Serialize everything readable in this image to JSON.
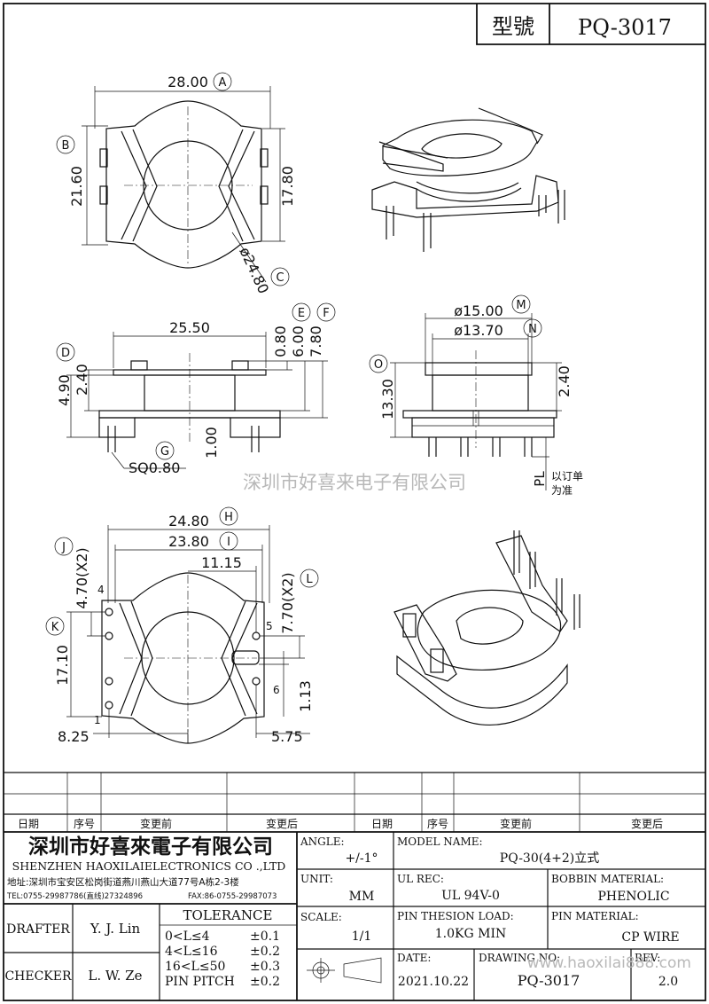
{
  "header": {
    "type_label": "型號",
    "part_number": "PQ-3017"
  },
  "top_view": {
    "dim_a": "28.00",
    "label_a": "A",
    "dim_b": "21.60",
    "label_b": "B",
    "dim_height": "17.80",
    "dim_c": "ø24.80",
    "label_c": "C"
  },
  "side_view": {
    "dim_width": "25.50",
    "dim_d": "4.90",
    "label_d": "D",
    "dim_flange": "2.40",
    "dim_e": "0.80",
    "label_e": "E",
    "dim_600": "6.00",
    "dim_f": "7.80",
    "label_f": "F",
    "dim_pin_len": "1.00",
    "dim_g": "SQ0.80",
    "label_g": "G"
  },
  "front_view": {
    "dim_m": "ø15.00",
    "label_m": "M",
    "dim_n": "ø13.70",
    "label_n": "N",
    "dim_o": "13.30",
    "label_o": "O",
    "dim_flange": "2.40",
    "pl_label": "PL",
    "pl_note_1": "以订单",
    "pl_note_2": "为准"
  },
  "watermark": "深圳市好喜来电子有限公司",
  "bottom_view": {
    "dim_h": "24.80",
    "label_h": "H",
    "dim_i": "23.80",
    "label_i": "I",
    "dim_mid": "11.15",
    "dim_j": "4.70(X2)",
    "label_j": "J",
    "dim_l": "7.70(X2)",
    "label_l": "L",
    "dim_k": "17.10",
    "label_k": "K",
    "dim_left": "8.25",
    "dim_right": "5.75",
    "dim_slot": "1.13",
    "pin_1": "1",
    "pin_4": "4",
    "pin_5": "5",
    "pin_6": "6"
  },
  "revision_table": {
    "headers": [
      "日期",
      "序号",
      "变更前",
      "变更后",
      "日期",
      "序号",
      "变更前",
      "变更后"
    ]
  },
  "title_block": {
    "company_cn": "深圳市好喜來電子有限公司",
    "company_en": "SHENZHEN HAOXILAIELECTRONICS CO .,LTD",
    "address": "地址:深圳市宝安区松岗街道燕川燕山大道77号A栋2-3楼",
    "tel": "TEL:0755-29987786(直线)27324896",
    "fax": "FAX:86-0755-29987073",
    "drafter_label": "DRAFTER",
    "drafter": "Y. J. Lin",
    "checker_label": "CHECKER",
    "checker": "L. W. Ze",
    "tolerance_label": "TOLERANCE",
    "tol_rows": [
      {
        "range": "0<L≤4",
        "value": "±0.1"
      },
      {
        "range": "4<L≤16",
        "value": "±0.2"
      },
      {
        "range": "16<L≤50",
        "value": "±0.3"
      },
      {
        "range": "PIN PITCH",
        "value": "±0.2"
      }
    ],
    "angle_label": "ANGLE:",
    "angle": "+/-1°",
    "unit_label": "UNIT:",
    "unit": "MM",
    "scale_label": "SCALE:",
    "scale": "1/1",
    "model_label": "MODEL NAME:",
    "model": "PQ-30(4+2)立式",
    "ul_label": "UL REC:",
    "ul": "UL 94V-0",
    "bobbin_label": "BOBBIN MATERIAL:",
    "bobbin": "PHENOLIC",
    "tension_label": "PIN THESION LOAD:",
    "tension": "1.0KG MIN",
    "pin_mat_label": "PIN MATERIAL:",
    "pin_mat": "CP  WIRE",
    "date_label": "DATE:",
    "date": "2021.10.22",
    "drawing_label": "DRAWING NO:",
    "drawing": "PQ-3017",
    "rev_label": "REV:",
    "rev": "2.0",
    "website": "www.haoxilai888.com"
  }
}
